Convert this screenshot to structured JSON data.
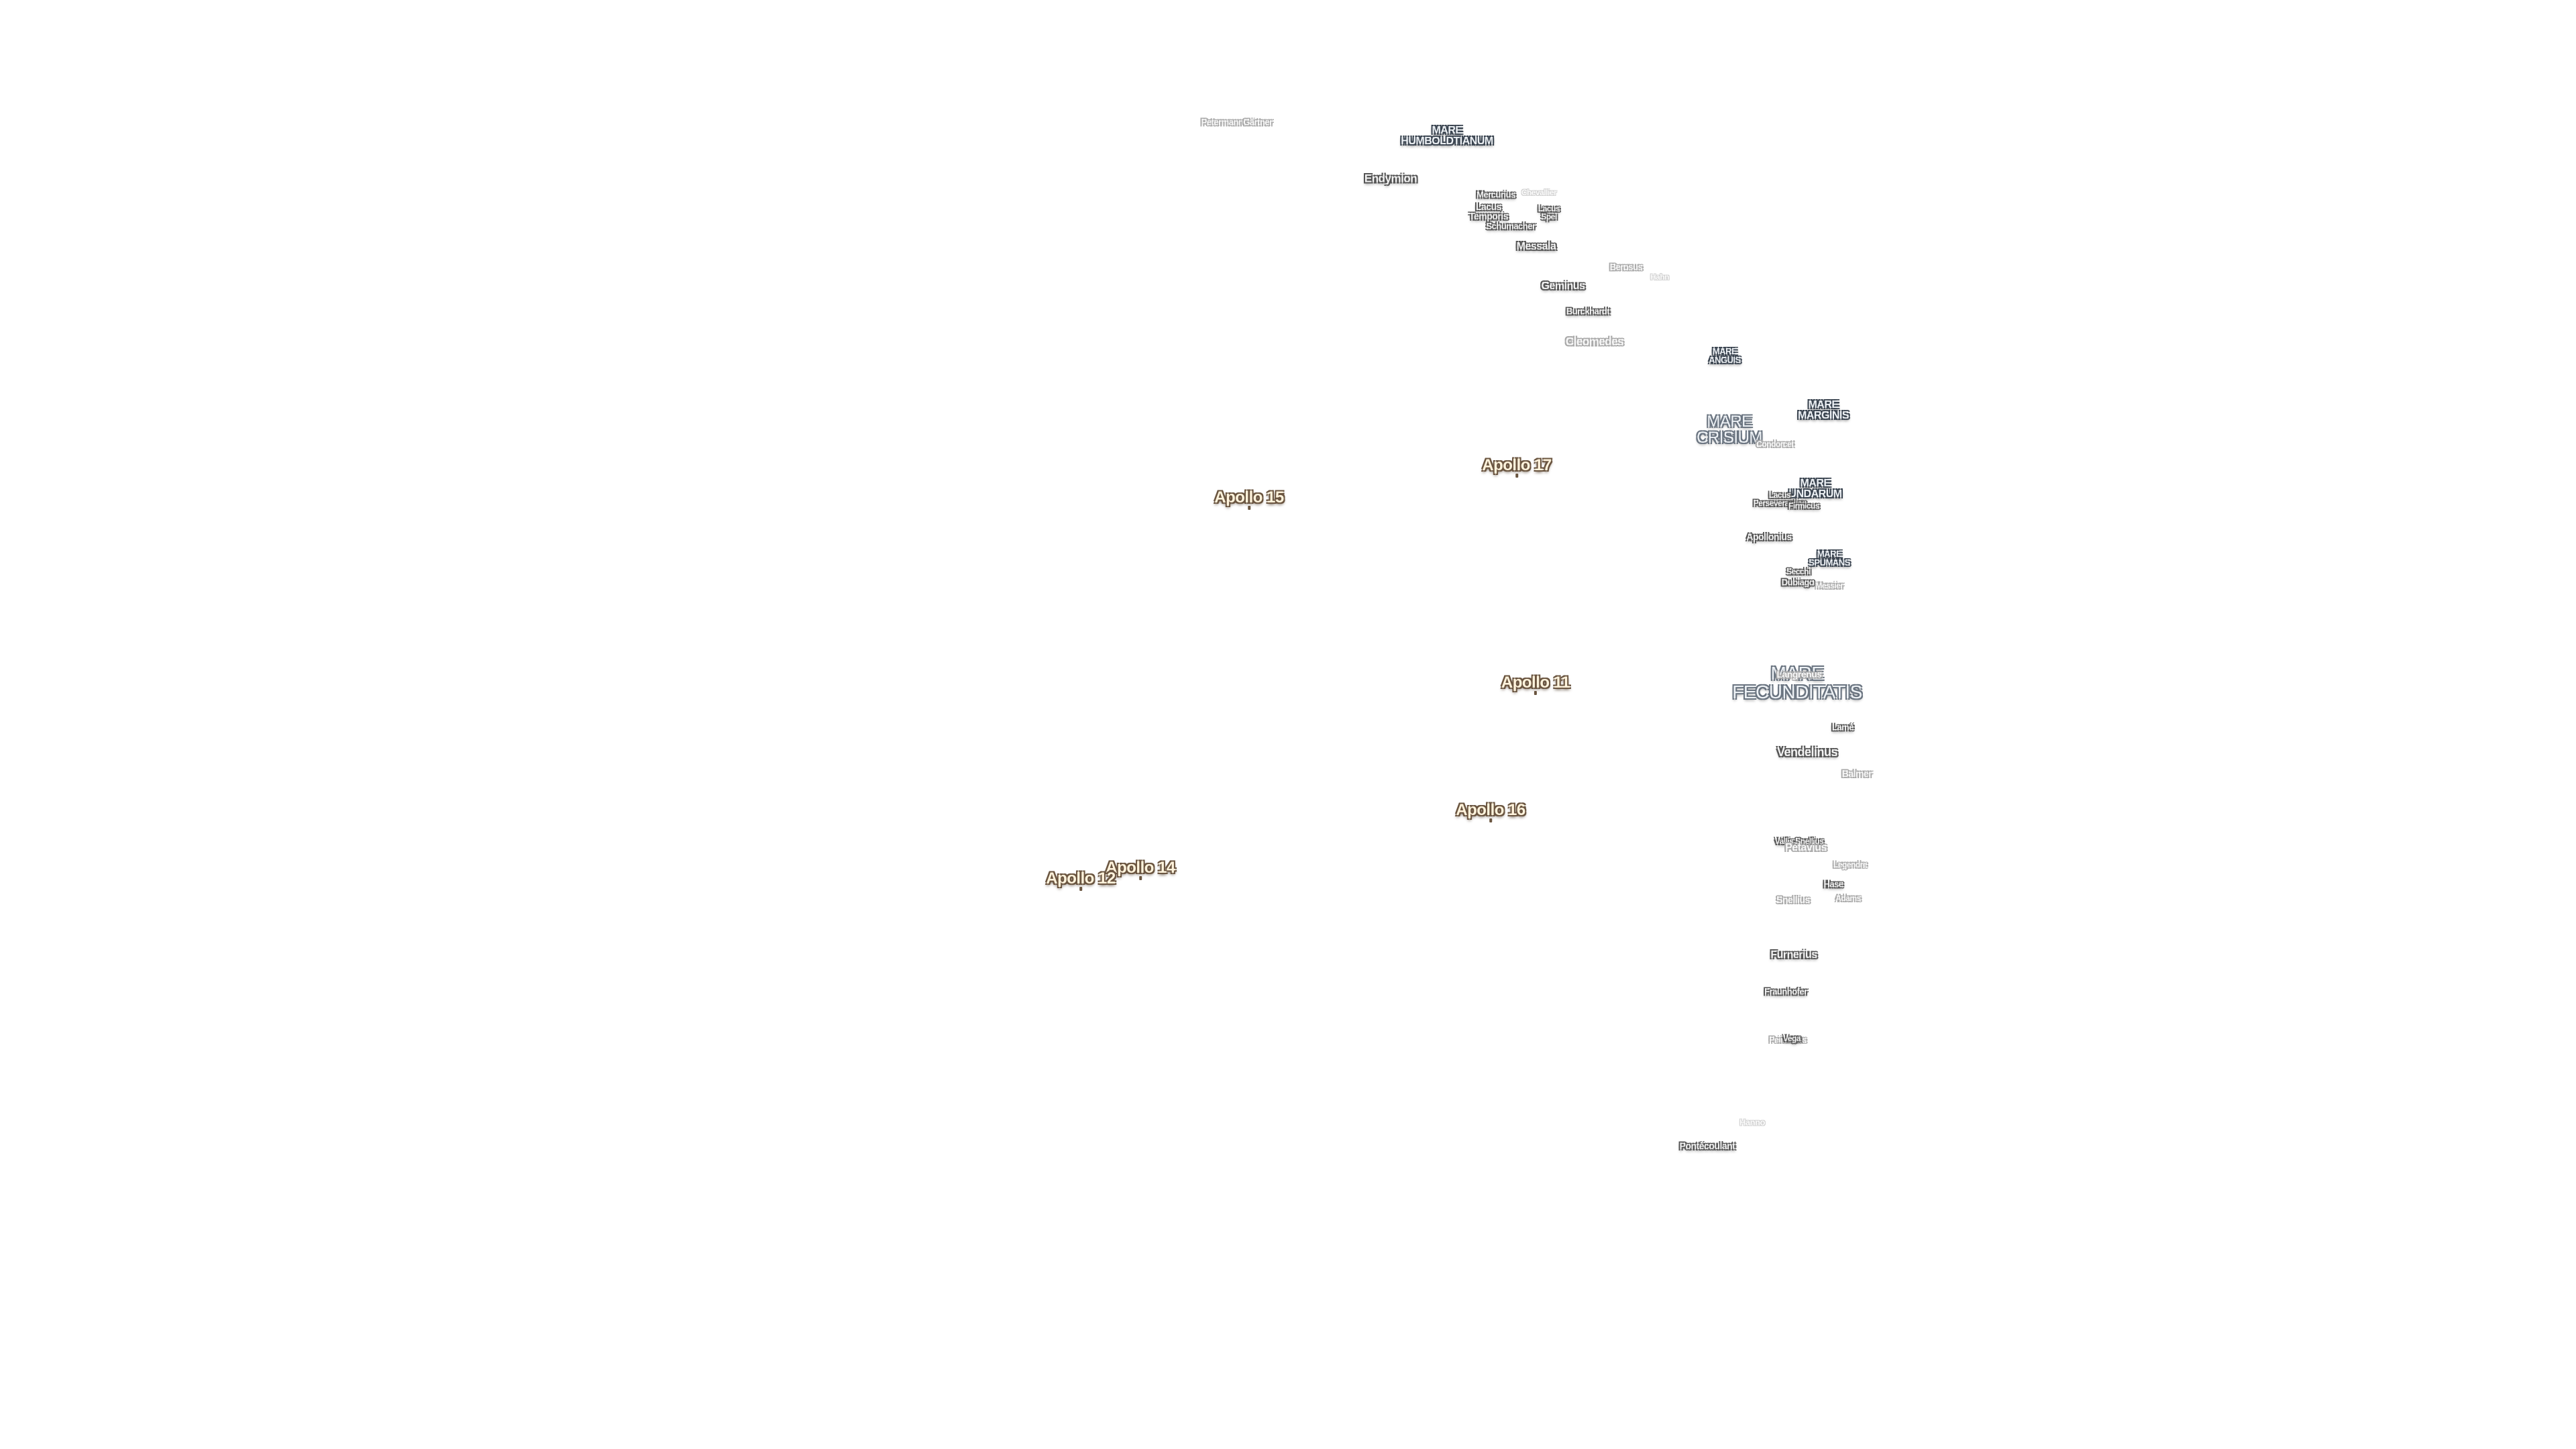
{
  "map": {
    "landing_sites": [
      {
        "key": "apollo-15",
        "label": "Apollo 15"
      },
      {
        "key": "apollo-17",
        "label": "Apollo 17"
      },
      {
        "key": "apollo-11",
        "label": "Apollo 11"
      },
      {
        "key": "apollo-16",
        "label": "Apollo 16"
      },
      {
        "key": "apollo-14",
        "label": "Apollo 14"
      },
      {
        "key": "apollo-12",
        "label": "Apollo 12"
      }
    ],
    "maria": {
      "humboldtianum": "MARE\nHUMBOLDTIANUM",
      "anguis": "MARE\nANGUIS",
      "marginis": "MARE\nMARGINIS",
      "crisium": "MARE\nCRISIUM",
      "undarum": "MARE\nUNDARUM",
      "spumans": "MARE\nSPUMANS",
      "fecunditatis": "MARE\nFECUNDITATIS"
    },
    "craters": {
      "petermann": "Petermann",
      "gartner": "Gärtner",
      "endymion": "Endymion",
      "mercurius": "Mercurius",
      "lacus_temporis": "Lacus\nTemporis",
      "chevallier": "Chevallier",
      "lacus_spei": "Lacus\nSpei",
      "schumacher": "Schumacher",
      "messala": "Messala",
      "berosus": "Berosus",
      "hahn": "Hahn",
      "geminus": "Geminus",
      "burckhardt": "Burckhardt",
      "cleomedes": "Cleomedes",
      "condorcet": "Condorcet",
      "lacus_perseverantiae": "Lacus\nPerseverantiae",
      "firmicus": "Firmicus",
      "apollonius": "Apollonius",
      "dubiago": "Dubiago",
      "secchi": "Secchi",
      "messier": "Messier",
      "fecunditatis_label": "Langrenus",
      "lame": "Lamé",
      "vendelinus": "Vendelinus",
      "balmer": "Balmer",
      "petavius": "Petavius",
      "vallis_snellius": "Vallis Snellius",
      "legendre": "Legendre",
      "hase": "Hase",
      "snellius": "Snellius",
      "adams": "Adams",
      "furnerius": "Furnerius",
      "fraunhofer": "Fraunhofer",
      "vega": "Vega",
      "peirescius": "Peirescius",
      "hanno": "Hanno",
      "pontecoulant": "Pontécoulant"
    }
  }
}
